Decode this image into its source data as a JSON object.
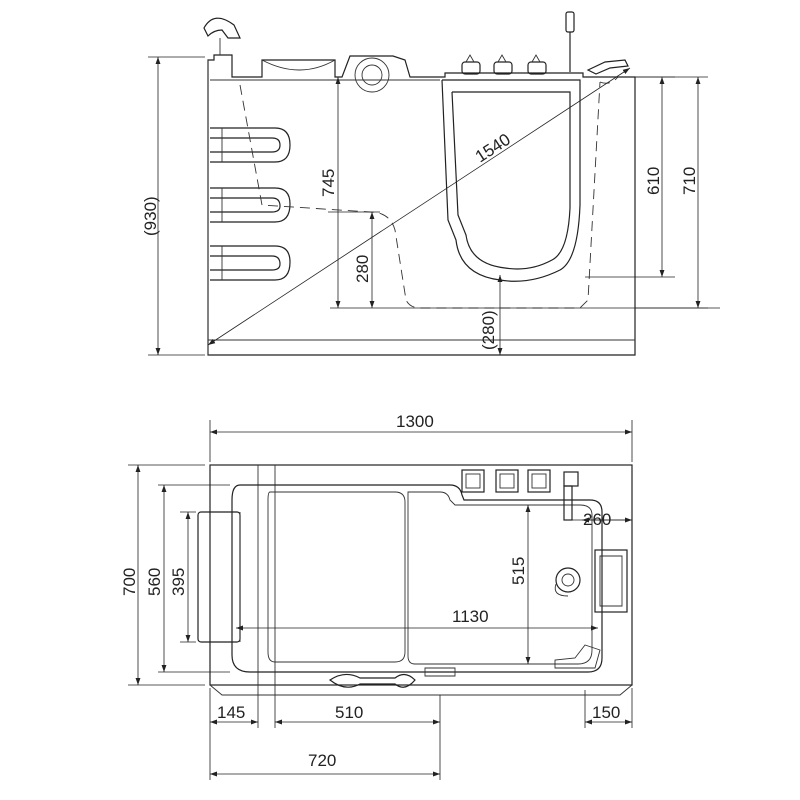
{
  "side_view": {
    "dimensions": {
      "overall_height": "(930)",
      "seat_height": "745",
      "step_height": "280",
      "diagonal": "1540",
      "door_height": "610",
      "rim_height": "710",
      "floor_offset": "(280)"
    }
  },
  "top_view": {
    "dimensions": {
      "length": "1300",
      "width": "700",
      "inner_width": "560",
      "seat_depth": "395",
      "inner_length": "1130",
      "door_depth": "515",
      "drain_offset": "260",
      "left_margin": "145",
      "seat_length": "510",
      "right_margin": "150",
      "door_position": "720"
    }
  },
  "colors": {
    "line": "#222222",
    "background": "#ffffff"
  }
}
